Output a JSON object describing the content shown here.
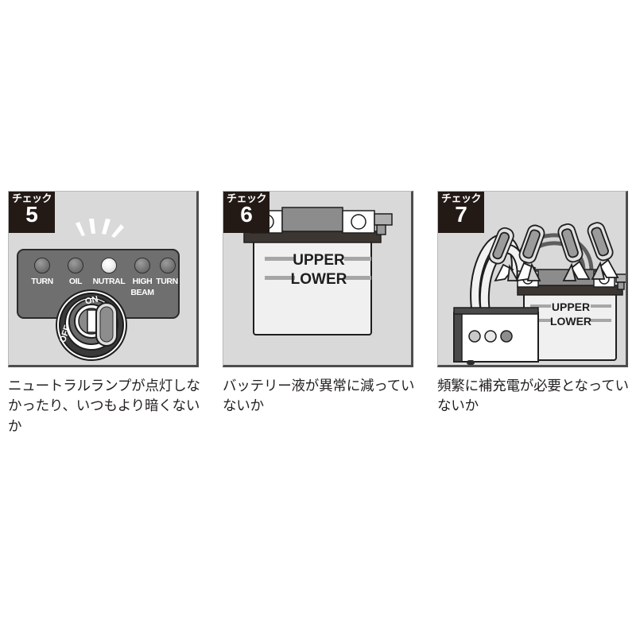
{
  "document": {
    "type": "motorcycle-maintenance-check-illustration",
    "background_color": "#ffffff",
    "panel_background": "#d9d9d9",
    "badge_color": "#231a16",
    "text_color": "#231f20"
  },
  "panels": [
    {
      "badge_kana": "チェック",
      "badge_number": "5",
      "caption": "ニュートラルランプが点灯しなかったり、いつもより暗くないか",
      "illustration": "instrument-cluster-with-ignition-key",
      "cluster": {
        "lamps": [
          {
            "label": "TURN",
            "state": "off"
          },
          {
            "label": "OIL",
            "state": "off"
          },
          {
            "label": "NUTRAL",
            "state": "lit"
          },
          {
            "label": "HIGH",
            "label2": "BEAM",
            "state": "off"
          },
          {
            "label": "TURN",
            "state": "off"
          }
        ],
        "ignition_labels": [
          "ON",
          "OFF"
        ]
      }
    },
    {
      "badge_kana": "チェック",
      "badge_number": "6",
      "caption": "バッテリー液が異常に減っていないか",
      "illustration": "battery-fluid-level",
      "battery": {
        "level_labels": [
          "UPPER",
          "LOWER"
        ]
      }
    },
    {
      "badge_kana": "チェック",
      "badge_number": "7",
      "caption": "頻繁に補充電が必要となっていないか",
      "illustration": "battery-charger-with-clamps",
      "battery": {
        "level_labels": [
          "UPPER",
          "LOWER"
        ]
      },
      "charger": {
        "indicator_count": 3
      }
    }
  ]
}
